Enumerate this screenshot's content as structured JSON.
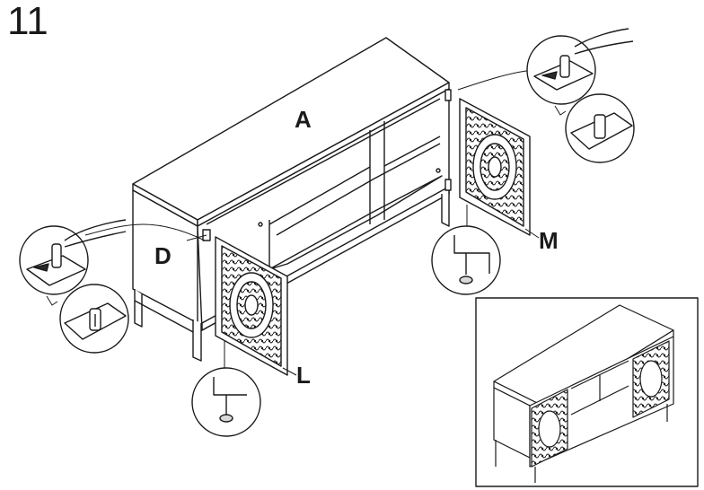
{
  "step": {
    "number": "11"
  },
  "parts": {
    "a": "A",
    "d": "D",
    "l": "L",
    "m": "M"
  },
  "colors": {
    "line": "#1a1a1a",
    "fill": "#ffffff",
    "shade": "#d9d9d9",
    "dark": "#2a2a2a"
  },
  "icons": [
    "hand-press-icon",
    "hinge-pin-icon",
    "door-panel-ornament-icon",
    "leveling-foot-icon"
  ]
}
